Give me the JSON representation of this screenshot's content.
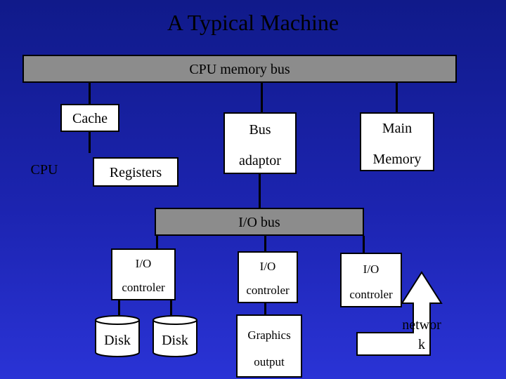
{
  "title": "A Typical Machine",
  "cpu_memory_bus": "CPU memory bus",
  "cpu_chip": {
    "cache": "Cache",
    "cpu": "CPU",
    "registers": "Registers"
  },
  "bus_adaptor": {
    "line1": "Bus",
    "line2": "adaptor"
  },
  "main_memory": {
    "line1": "Main",
    "line2": "Memory"
  },
  "io_bus": "I/O bus",
  "io_controllers": [
    {
      "line1": "I/O",
      "line2": "controler"
    },
    {
      "line1": "I/O",
      "line2": "controler"
    },
    {
      "line1": "I/O",
      "line2": "controler"
    }
  ],
  "disks": [
    "Disk",
    "Disk"
  ],
  "graphics": {
    "line1": "Graphics",
    "line2": "output"
  },
  "network": {
    "line1": "networ",
    "line2": "k"
  },
  "colors": {
    "background_top": "#101a8a",
    "background_bottom": "#2a33d6",
    "bus_gray": "#8c8c8c",
    "box_white": "#ffffff"
  }
}
